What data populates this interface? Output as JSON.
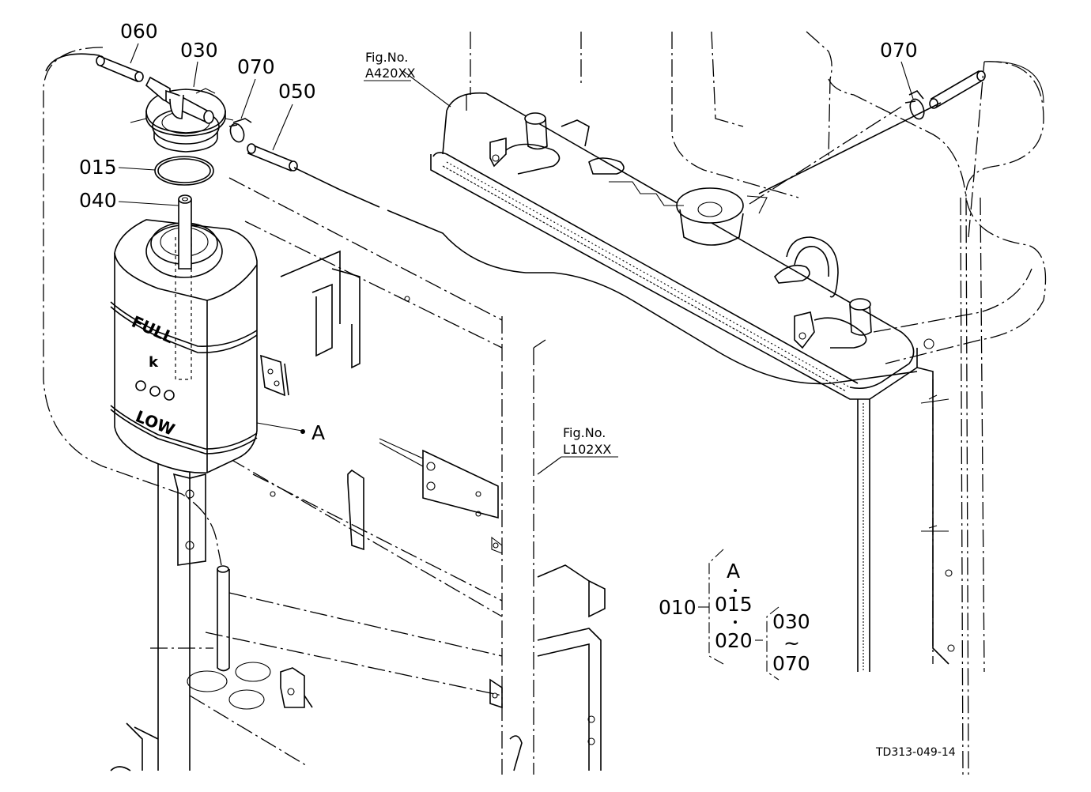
{
  "callouts": {
    "c060": "060",
    "c030": "030",
    "c070_left": "070",
    "c050": "050",
    "c015": "015",
    "c040": "040",
    "c070_right": "070",
    "point_a": "A"
  },
  "fig_refs": {
    "ref1_label": "Fig.No.",
    "ref1_code": "A420XX",
    "ref2_label": "Fig.No.",
    "ref2_code": "L102XX"
  },
  "tank_markings": {
    "full": "FULL",
    "k": "k",
    "low": "LOW"
  },
  "assembly_tree": {
    "root": "010",
    "a": "A",
    "item_015": "015",
    "item_020": "020",
    "range_start": "030",
    "range_sep": "~",
    "range_end": "070"
  },
  "drawing_code": "TD313-049-14"
}
